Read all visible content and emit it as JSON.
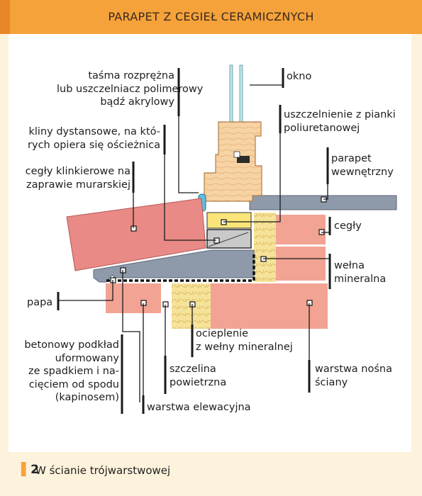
{
  "header": {
    "title": "PARAPET Z CEGIEŁ CERAMICZNYCH"
  },
  "labels": {
    "okno": "okno",
    "tasma": [
      "taśma rozprężna",
      "lub uszczelniacz polimerowy",
      "bądź akrylowy"
    ],
    "pianka": [
      "uszczelnienie z pianki",
      "poliuretanowej"
    ],
    "kliny": [
      "kliny dystansowe, na któ-",
      "rych opiera się ościeżnica"
    ],
    "klinkier": [
      "cegły klinkierowe na",
      "zaprawie murarskiej"
    ],
    "parapet_wewn": [
      "parapet",
      "wewnętrzny"
    ],
    "cegly": "cegły",
    "welna": [
      "wełna",
      "mineralna"
    ],
    "papa": "papa",
    "podklad": [
      "betonowy podkład",
      "uformowany",
      "ze spadkiem i na-",
      "cięciem od spodu",
      "(kapinosem)"
    ],
    "ocieplenie": [
      "ocieplenie",
      "z wełny mineralnej"
    ],
    "szczelina": [
      "szczelina",
      "powietrzna"
    ],
    "nosna": [
      "warstwa nośna",
      "ściany"
    ],
    "elewacyjna": "warstwa elewacyjna"
  },
  "caption": {
    "number": "2",
    "text": "W ścianie trójwarstwowej"
  },
  "colors": {
    "header": "#f6a23a",
    "background": "#fdf2dc",
    "brick": "#f2a393",
    "clinker": "#e98a86",
    "wood": "#f7d2a2",
    "insulation": "#f6e39a",
    "sill": "#8e9aaa",
    "leader": "#1a1a1a"
  }
}
